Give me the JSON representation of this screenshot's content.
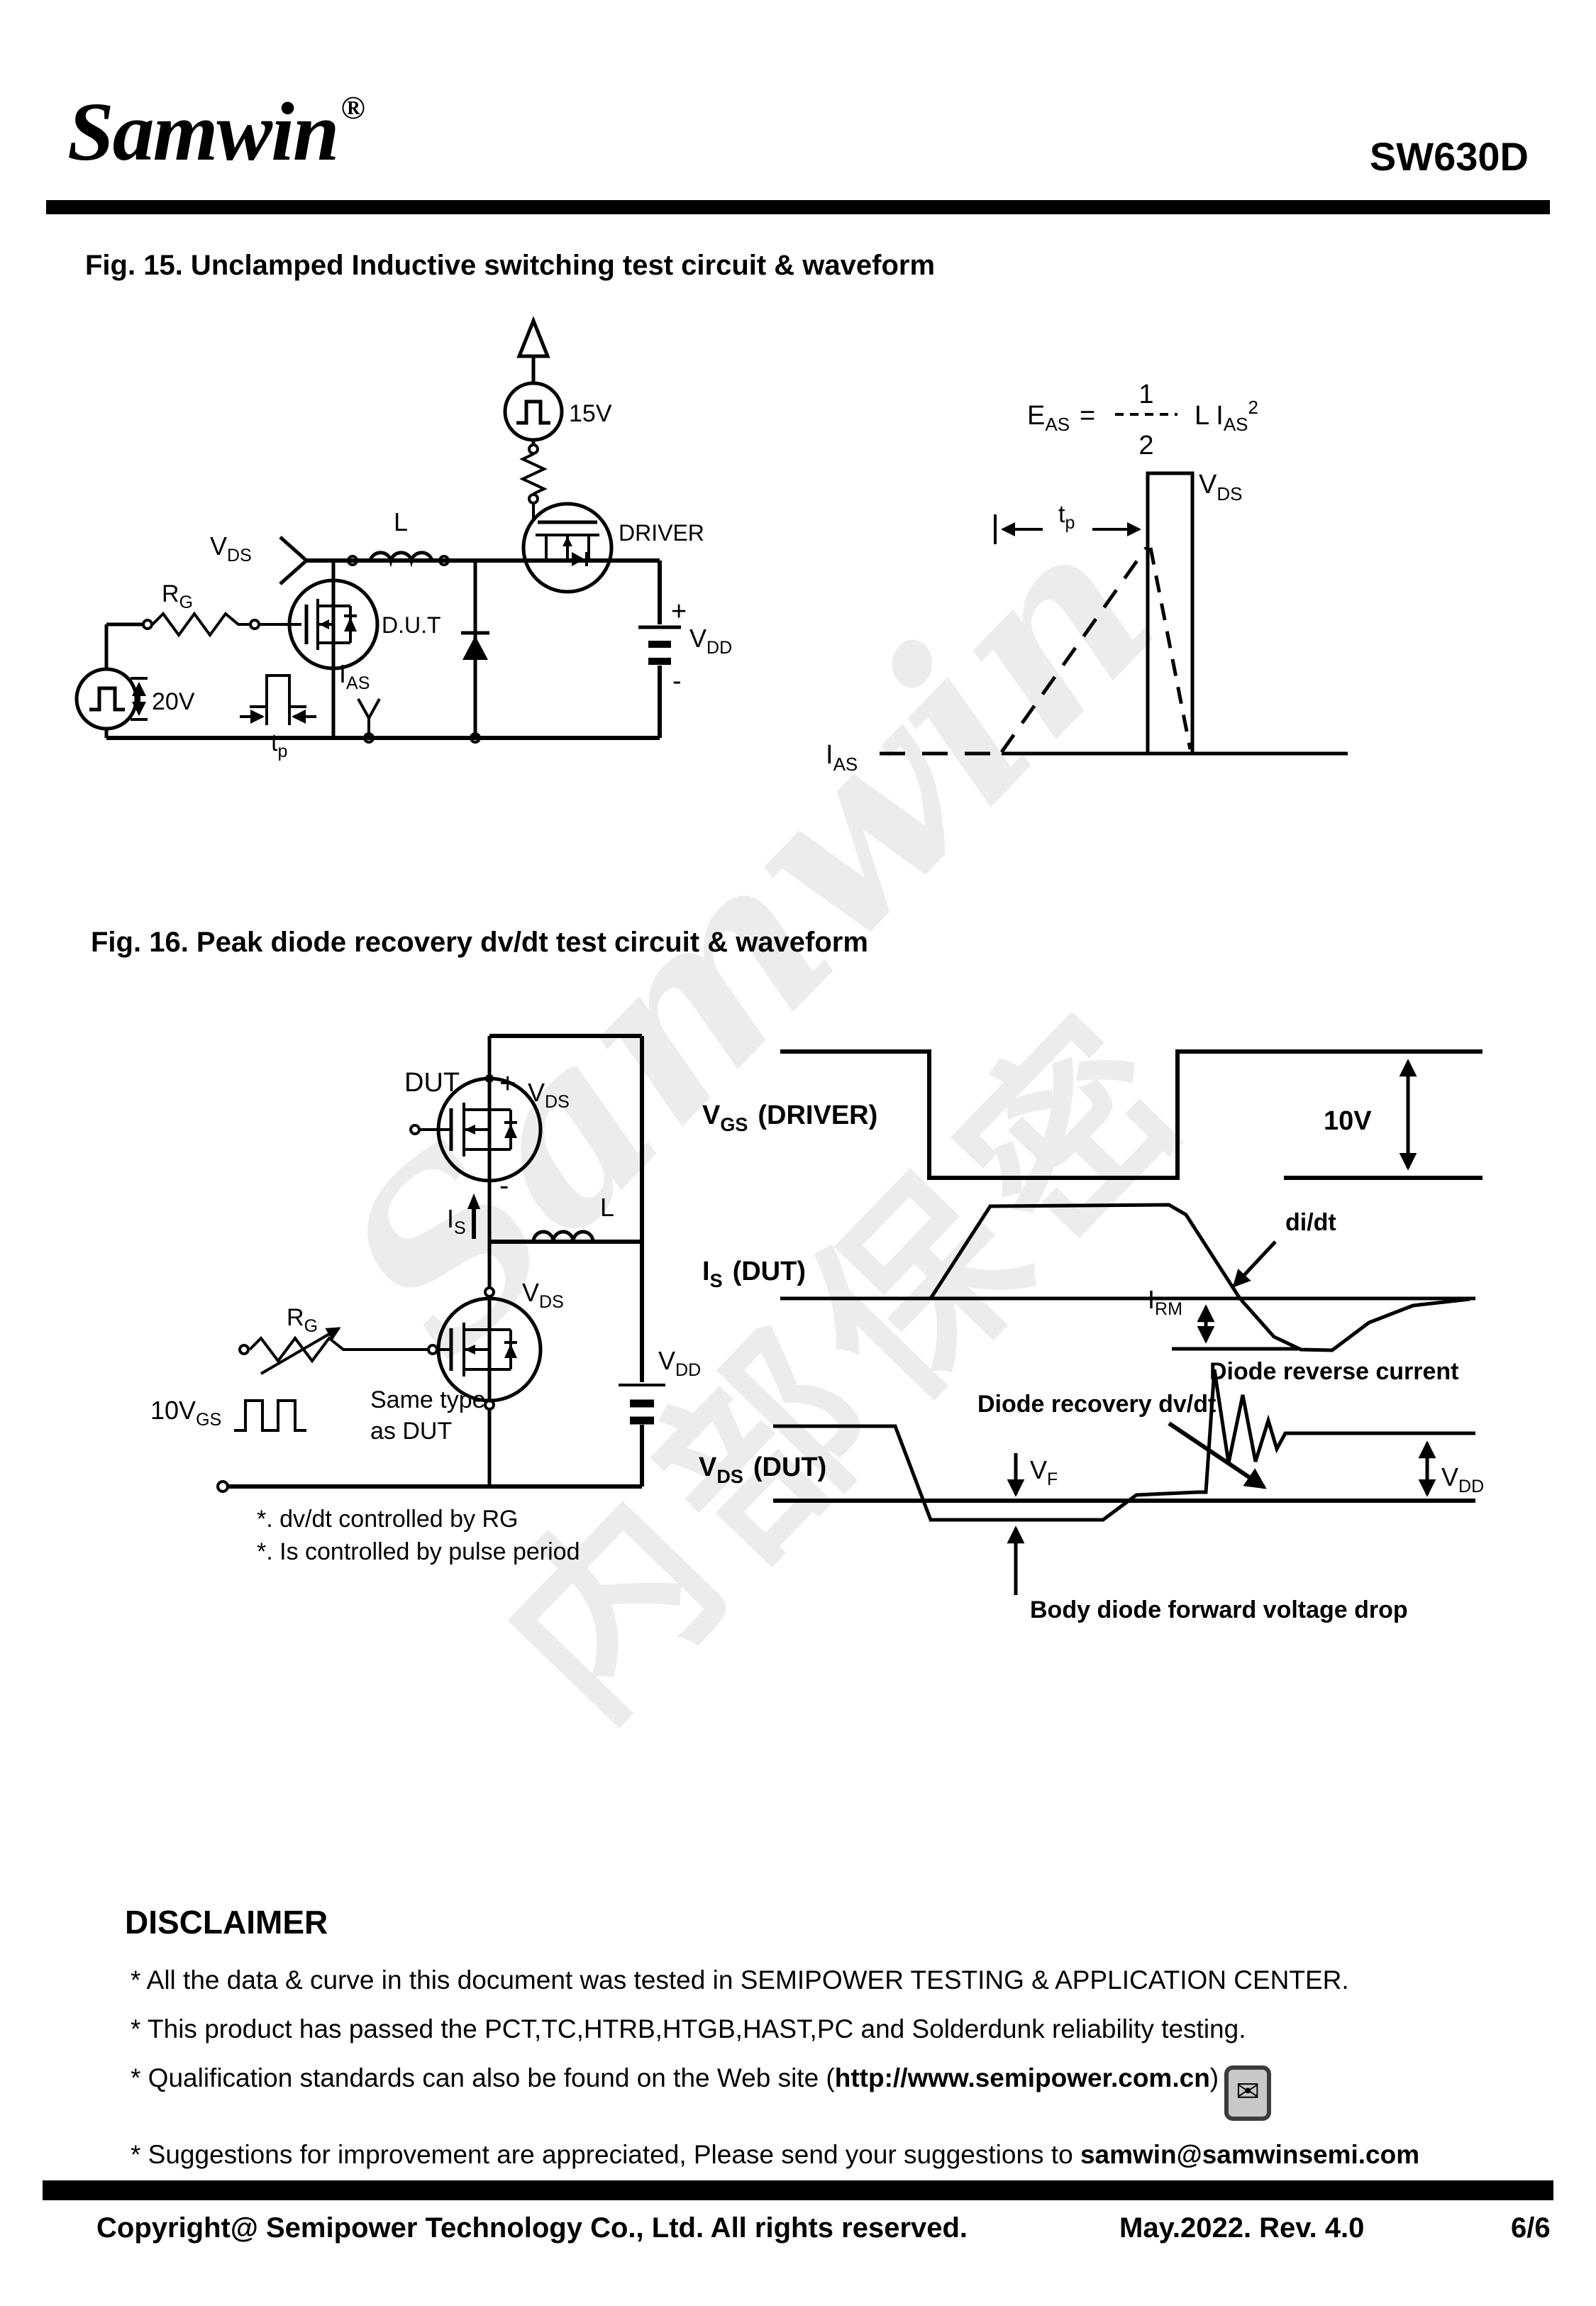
{
  "header": {
    "logo": "Samwin",
    "registered": "®",
    "part": "SW630D"
  },
  "watermark": {
    "brand": "Samwin",
    "cn": "内部保密"
  },
  "fig15": {
    "title": "Fig. 15. Unclamped Inductive switching test circuit & waveform",
    "labels": {
      "v15": "15V",
      "driver": "DRIVER",
      "l": "L",
      "dut": "D.U.T",
      "vds": {
        "m": "V",
        "s": "DS"
      },
      "rg": {
        "m": "R",
        "s": "G"
      },
      "v20": "20V",
      "tp": {
        "m": "t",
        "s": "p"
      },
      "ias": {
        "m": "I",
        "s": "AS"
      },
      "plus": "+",
      "minus": "-",
      "vdd": {
        "m": "V",
        "s": "DD"
      }
    },
    "formula": {
      "e": "E",
      "e_sub": "AS",
      "eq": "=",
      "num": "1",
      "den": "2",
      "mid": "L I",
      "mid_sub": "AS",
      "sup": "2"
    },
    "wave": {
      "vds": {
        "m": "V",
        "s": "DS"
      },
      "tp": {
        "m": "t",
        "s": "p"
      },
      "ias": {
        "m": "I",
        "s": "AS"
      }
    }
  },
  "fig16": {
    "title": "Fig. 16. Peak diode recovery dv/dt test circuit & waveform",
    "labels": {
      "dut": "DUT",
      "plus": "+",
      "minus": "-",
      "vds": {
        "m": "V",
        "s": "DS"
      },
      "is": {
        "m": "I",
        "s": "S"
      },
      "l": "L",
      "rg": {
        "m": "R",
        "s": "G"
      },
      "drive10": {
        "m": "10V",
        "s": "GS"
      },
      "same1": "Same type",
      "same2": "as DUT",
      "vdd": {
        "m": "V",
        "s": "DD"
      }
    },
    "notes": [
      "*. dv/dt controlled by RG",
      "*. Is controlled by pulse period"
    ],
    "waves": {
      "vgs": {
        "m": "V",
        "s": "GS",
        "rest": "(DRIVER)"
      },
      "v10": "10V",
      "is": {
        "m": "I",
        "s": "S",
        "rest": "(DUT)"
      },
      "didt": "di/dt",
      "irm": {
        "m": "I",
        "s": "RM"
      },
      "reverse": "Diode reverse current",
      "recovery": "Diode recovery dv/dt",
      "vds": {
        "m": "V",
        "s": "DS",
        "rest": "(DUT)"
      },
      "vf": {
        "m": "V",
        "s": "F"
      },
      "vdd": {
        "m": "V",
        "s": "DD"
      },
      "body": "Body diode forward voltage drop"
    }
  },
  "disclaimer": {
    "heading": "DISCLAIMER",
    "items": [
      {
        "pre": "* All the data & curve in this document was tested in SEMIPOWER TESTING & APPLICATION CENTER.",
        "bold": "",
        "post": ""
      },
      {
        "pre": "* This product has passed the PCT,TC,HTRB,HTGB,HAST,PC and Solderdunk reliability testing.",
        "bold": "",
        "post": ""
      },
      {
        "pre": "* Qualification standards can also be found on the Web site (",
        "bold": "http://www.semipower.com.cn",
        "post": ")"
      },
      {
        "pre": "* Suggestions for improvement are appreciated, Please send your suggestions to ",
        "bold": "samwin@samwinsemi.com",
        "post": ""
      }
    ],
    "mail_glyph": "✉"
  },
  "footer": {
    "copyright": "Copyright@ Semipower Technology Co., Ltd. All rights reserved.",
    "revision": "May.2022. Rev. 4.0",
    "page": "6/6"
  }
}
